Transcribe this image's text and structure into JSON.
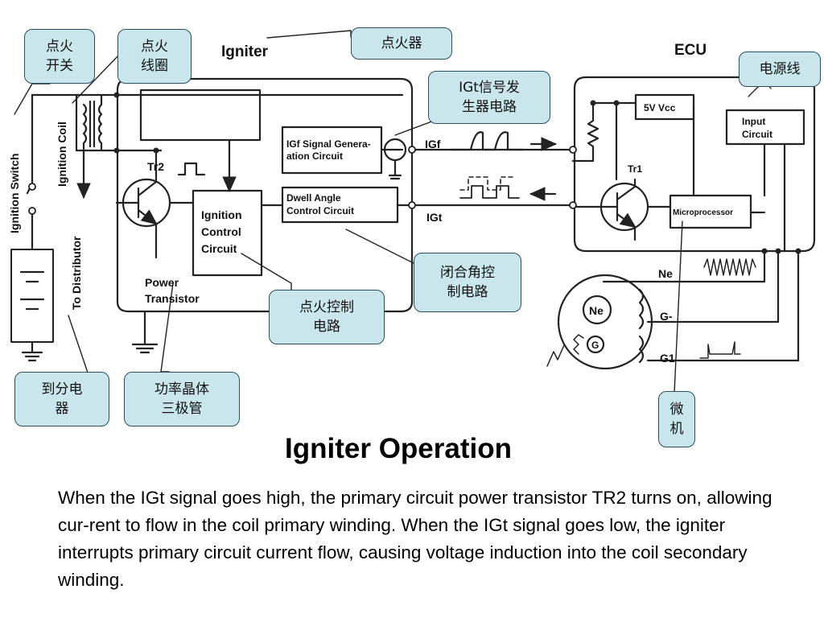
{
  "diagram": {
    "igniter_title": "Igniter",
    "ecu_title": "ECU",
    "ignition_switch": "Ignition Switch",
    "ignition_coil": "Ignition Coil",
    "to_distributor": "To Distributor",
    "tr2": "Tr2",
    "power_transistor": [
      "Power",
      "Transistor"
    ],
    "ignition_control": [
      "Ignition",
      "Control",
      "Circuit"
    ],
    "igf_box": [
      "IGf Signal Genera-",
      "ation Circuit"
    ],
    "dwell_box": [
      "Dwell Angle",
      "Control Circuit"
    ],
    "igf_line": "IGf",
    "igt_line": "IGt",
    "vcc_box": "5V Vcc",
    "input_box": [
      "Input",
      "Circuit"
    ],
    "tr1": "Tr1",
    "microprocessor": "Microprocessor",
    "ne": "Ne",
    "g_minus": "G-",
    "g1": "G1",
    "rotor_ne": "Ne",
    "rotor_g": "G"
  },
  "callouts": {
    "switch": [
      "点火",
      "开关"
    ],
    "coil": [
      "点火",
      "线圈"
    ],
    "igniter": [
      "点火器"
    ],
    "power_line": [
      "电源线"
    ],
    "igt_gen": [
      "IGt信号发",
      "生器电路"
    ],
    "dwell": [
      "闭合角控",
      "制电路"
    ],
    "control": [
      "点火控制",
      "电路"
    ],
    "distributor": [
      "到分电",
      "器"
    ],
    "power_tr": [
      "功率晶体",
      "三极管"
    ],
    "micro": [
      "微",
      "机"
    ]
  },
  "title": "Igniter Operation",
  "body": "When the IGt signal goes high, the primary circuit power transistor TR2 turns on, allowing cur-rent to flow in the coil primary winding. When the IGt signal goes low, the igniter interrupts primary circuit current flow, causing voltage induction into the coil secondary winding.",
  "colors": {
    "callout_fill": "#c9e6ec",
    "callout_border": "#2c4f5e",
    "line": "#222222"
  }
}
